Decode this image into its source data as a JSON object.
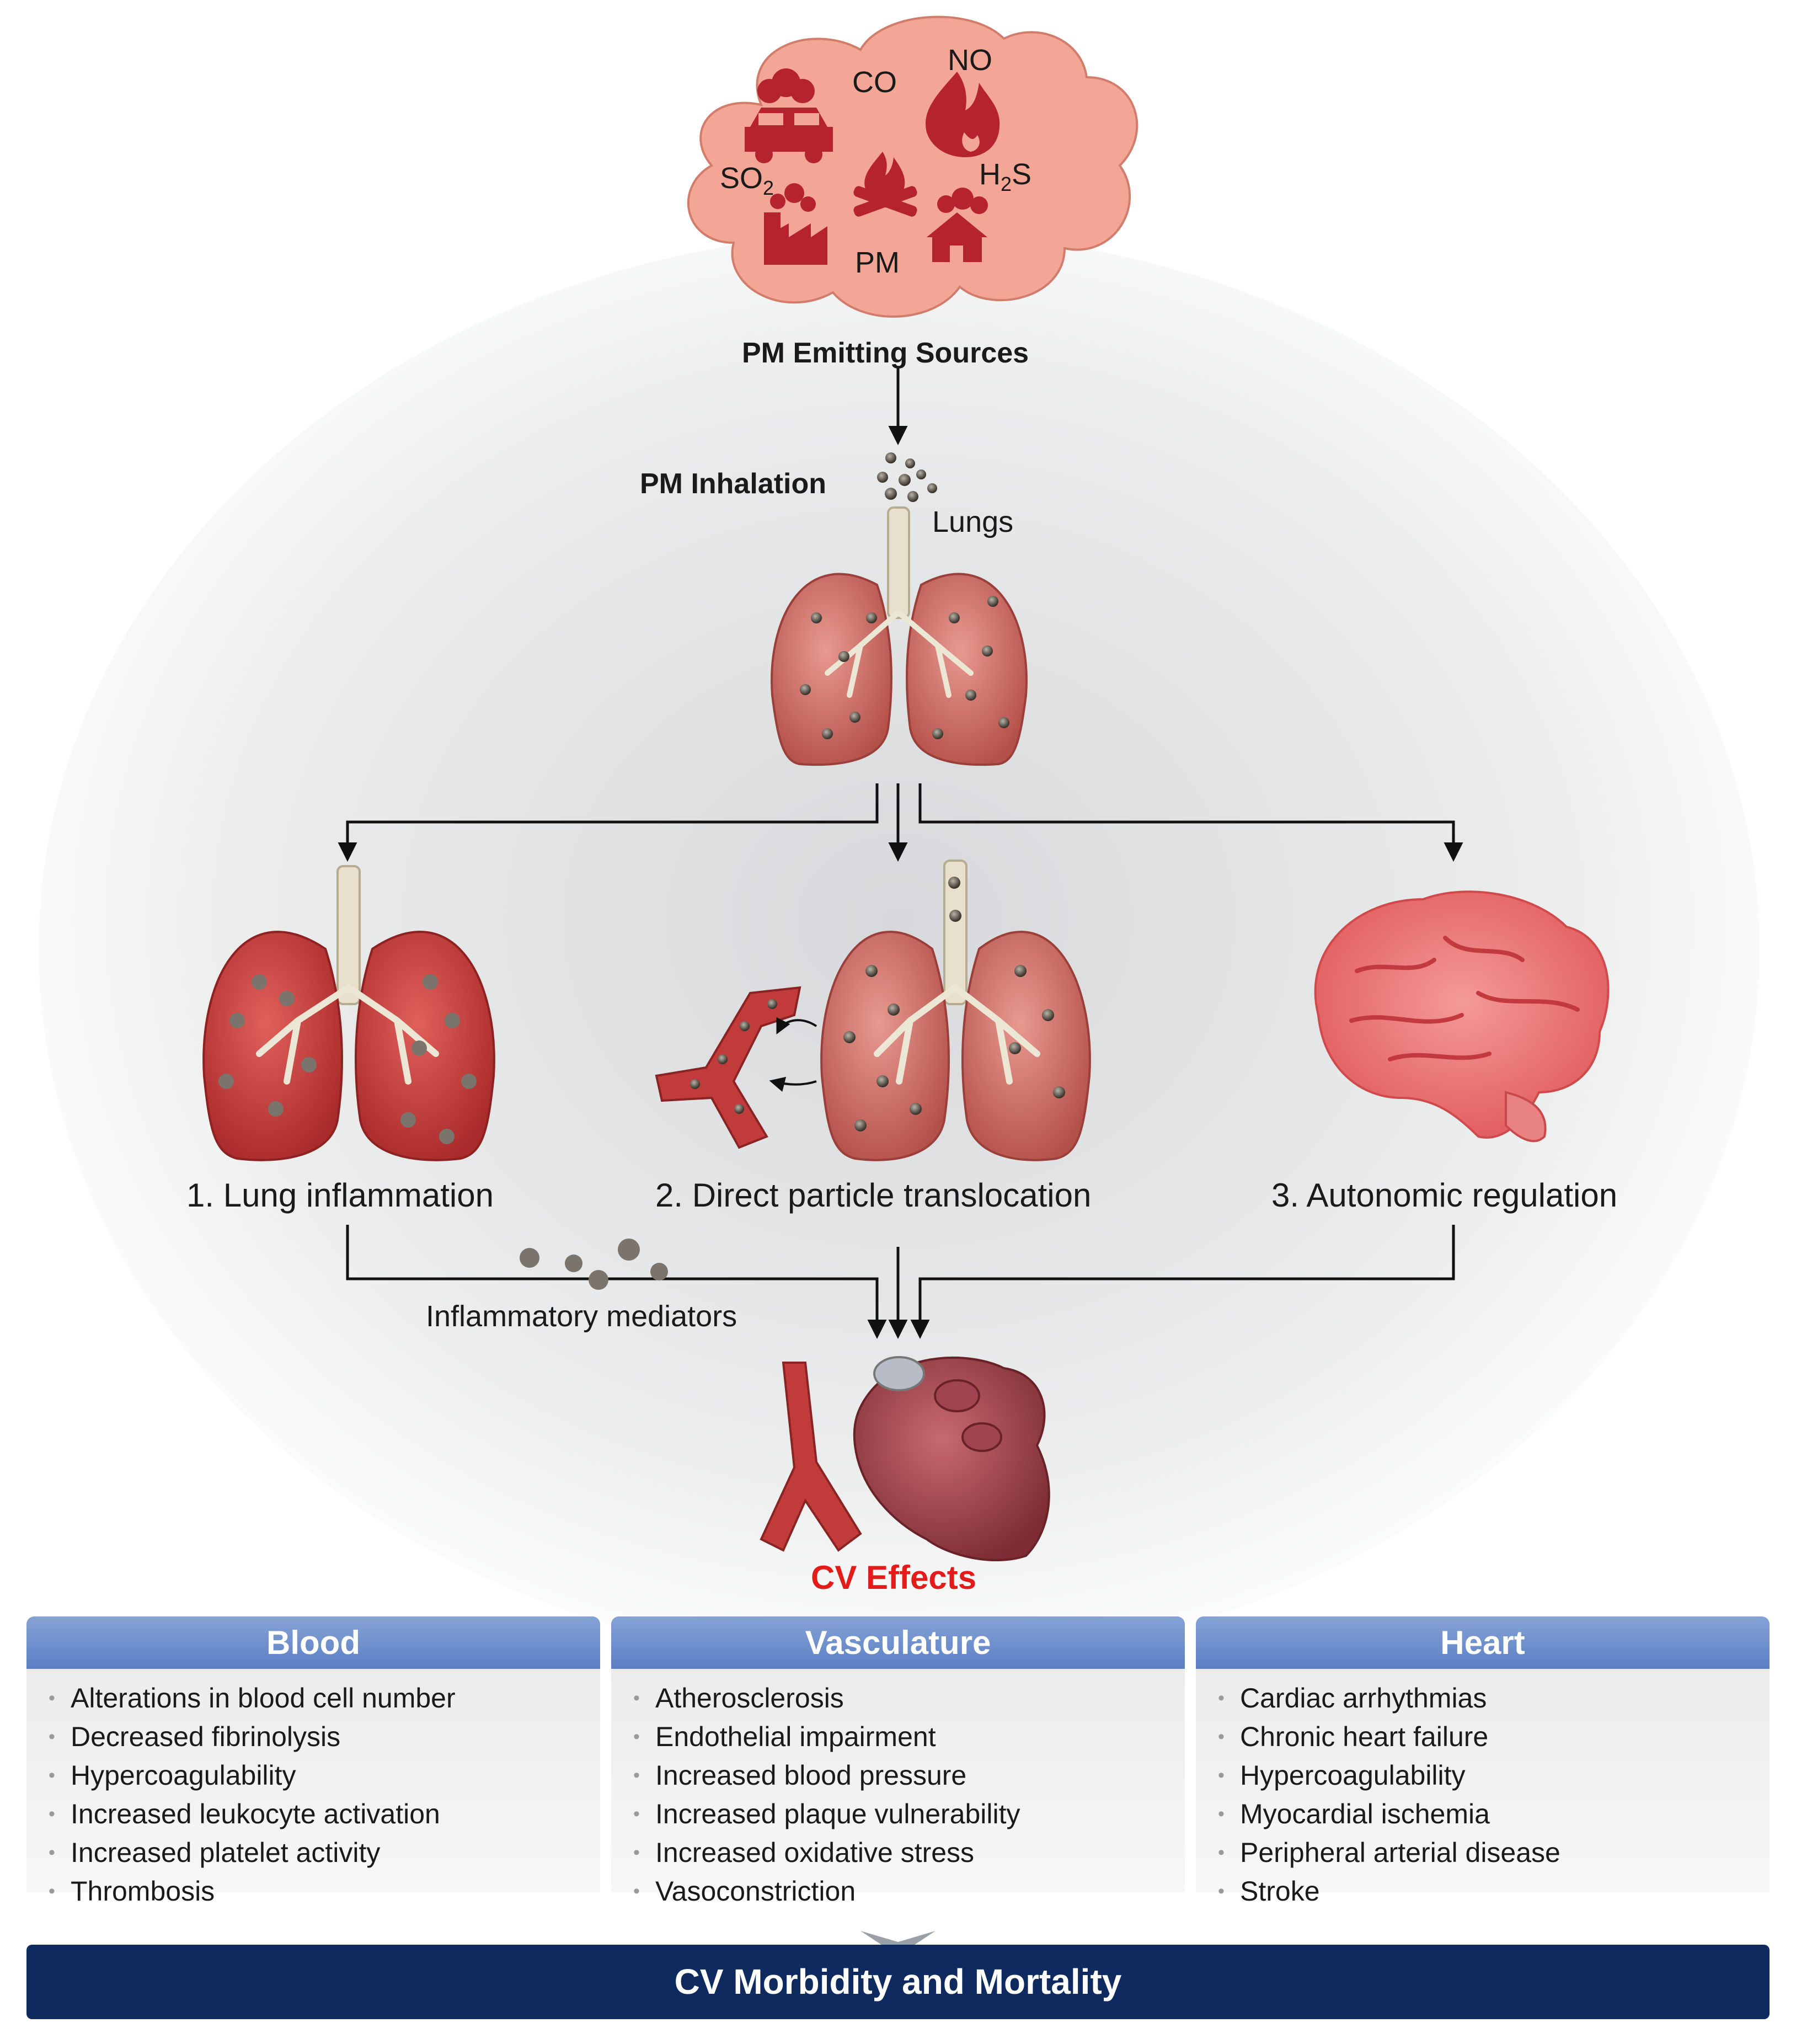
{
  "sources": {
    "title": "PM Emitting Sources",
    "pollutants": {
      "co": "CO",
      "no": "NO",
      "so2": "SO",
      "so2_sub": "2",
      "h2s_h": "H",
      "h2s_sub": "2",
      "h2s_s": "S",
      "pm": "PM"
    },
    "icons": [
      "car-icon",
      "fire-icon",
      "campfire-icon",
      "factory-icon",
      "house-smoke-icon"
    ]
  },
  "inhalation": {
    "label": "PM Inhalation",
    "lungs": "Lungs"
  },
  "pathways": [
    {
      "label": "1. Lung inflammation"
    },
    {
      "label": "2. Direct particle translocation"
    },
    {
      "label": "3. Autonomic regulation"
    }
  ],
  "mediators_label": "Inflammatory mediators",
  "cv_effects_label": "CV Effects",
  "panels": [
    {
      "title": "Blood",
      "items": [
        "Alterations in blood cell number",
        "Decreased fibrinolysis",
        "Hypercoagulability",
        "Increased leukocyte activation",
        "Increased platelet activity",
        "Thrombosis"
      ]
    },
    {
      "title": "Vasculature",
      "items": [
        "Atherosclerosis",
        "Endothelial impairment",
        "Increased blood pressure",
        "Increased plaque vulnerability",
        "Increased oxidative stress",
        "Vasoconstriction"
      ]
    },
    {
      "title": "Heart",
      "items": [
        "Cardiac arrhythmias",
        "Chronic heart failure",
        "Hypercoagulability",
        "Myocardial ischemia",
        "Peripheral arterial disease",
        "Stroke"
      ]
    }
  ],
  "outcome": "CV Morbidity and Mortality",
  "colors": {
    "cloud": "#f3a596",
    "icon": "#b5232e",
    "organ": "#c94a4a",
    "panel_head": "#5c7fc4",
    "outcome": "#0f2a5e",
    "cv_text": "#e21b1b"
  }
}
